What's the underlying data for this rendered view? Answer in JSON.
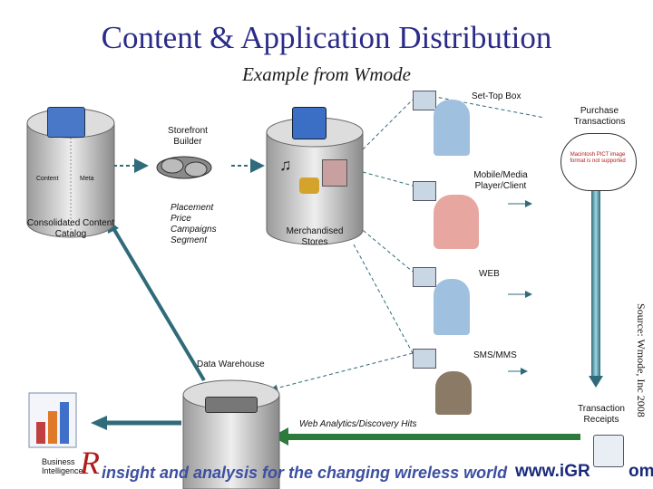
{
  "title": "Content & Application Distribution",
  "subtitle": "Example from Wmode",
  "labels": {
    "set_top_box": "Set-Top Box",
    "purchase_transactions": "Purchase Transactions",
    "storefront_builder": "Storefront Builder",
    "content": "Content",
    "meta": "Meta",
    "consolidated_catalog": "Consolidated Content Catalog",
    "placement": "Placement Price Campaigns Segment",
    "merchandised_stores": "Merchandised Stores",
    "mobile_media": "Mobile/Media Player/Client",
    "web": "WEB",
    "sms_mms": "SMS/MMS",
    "data_warehouse": "Data Warehouse",
    "web_analytics": "Web Analytics/Discovery Hits",
    "transaction_receipts": "Transaction Receipts",
    "business_intelligence": "Business Intelligence",
    "image_not_supported": "Macintosh PICT image format is not supported"
  },
  "source": "Source: Wmode, Inc 2008",
  "footer": {
    "tagline": "insight and analysis for the changing wireless world",
    "url_left": "www.iGR",
    "url_right": "om"
  },
  "colors": {
    "title": "#2b2b8a",
    "arrow_teal": "#2f6b7a",
    "arrow_green": "#2c7a3c",
    "accent_red": "#b01b1b"
  }
}
